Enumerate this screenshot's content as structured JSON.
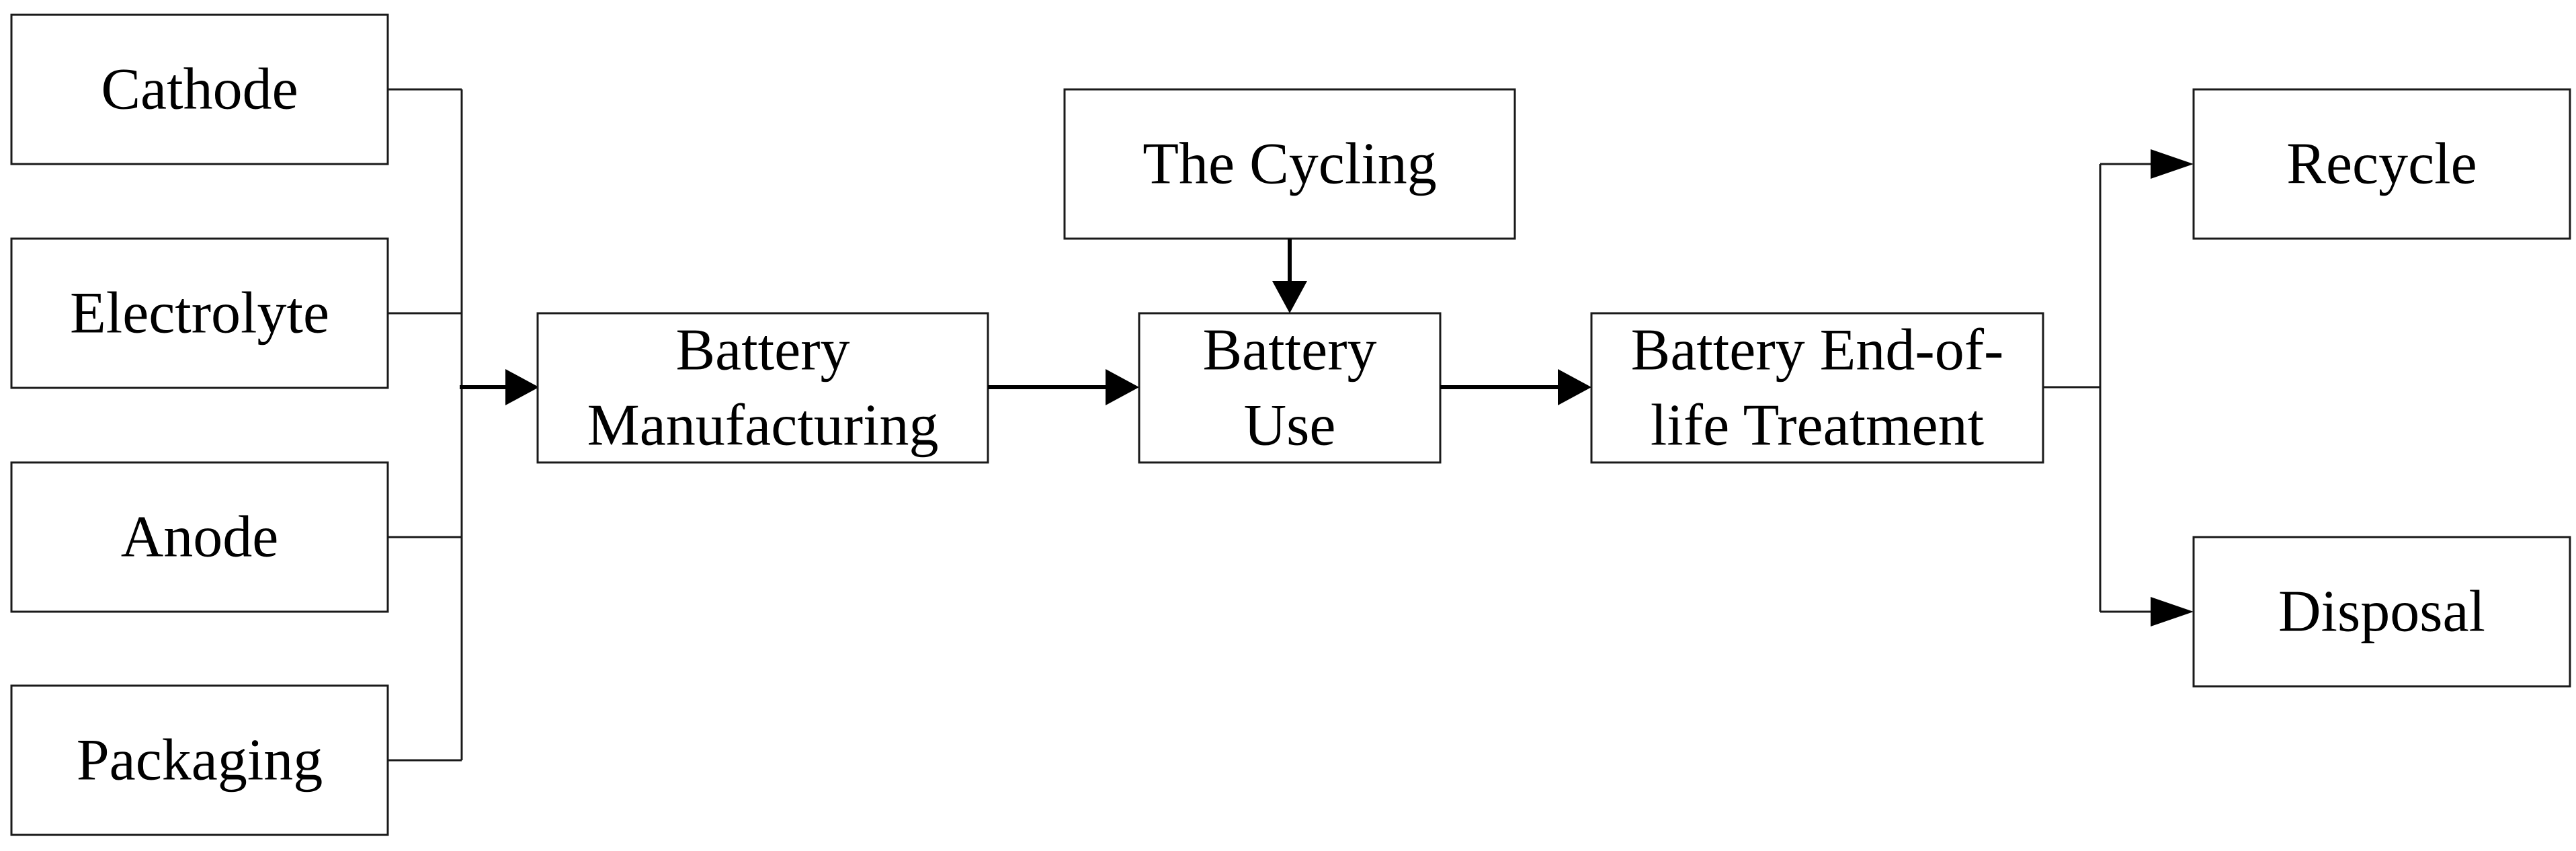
{
  "diagram": {
    "components": {
      "cathode": "Cathode",
      "electrolyte": "Electrolyte",
      "anode": "Anode",
      "packaging": "Packaging"
    },
    "manufacturing": {
      "line1": "Battery",
      "line2": "Manufacturing"
    },
    "cycling": "The Cycling",
    "use": {
      "line1": "Battery",
      "line2": "Use"
    },
    "end_of_life": {
      "line1": "Battery End-of-",
      "line2": "life Treatment"
    },
    "outcomes": {
      "recycle": "Recycle",
      "disposal": "Disposal"
    }
  }
}
